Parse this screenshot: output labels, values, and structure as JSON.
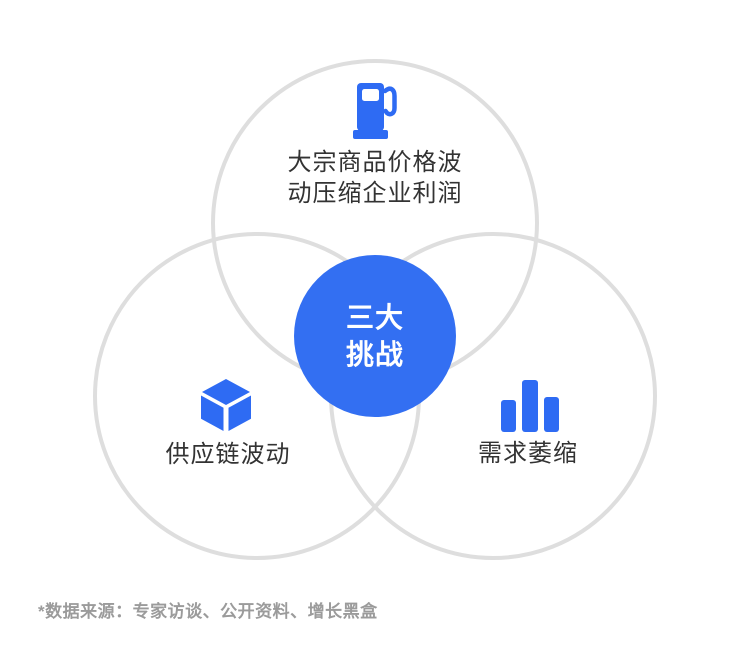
{
  "colors": {
    "accent_blue": "#336FF2",
    "icon_blue": "#2E6BF3",
    "circle_outline": "#DEDEDE",
    "label_text": "#333333",
    "center_text": "#FFFFFF",
    "footnote_text": "#9B9B9B"
  },
  "center": {
    "line1": "三大",
    "line2": "挑战"
  },
  "circles": {
    "top": {
      "icon": "fuel-pump-icon",
      "label_line1": "大宗商品价格波",
      "label_line2": "动压缩企业利润"
    },
    "bottom_left": {
      "icon": "cube-icon",
      "label": "供应链波动"
    },
    "bottom_right": {
      "icon": "bar-chart-icon",
      "label": "需求萎缩"
    }
  },
  "footnote": "*数据来源：专家访谈、公开资料、增长黑盒"
}
